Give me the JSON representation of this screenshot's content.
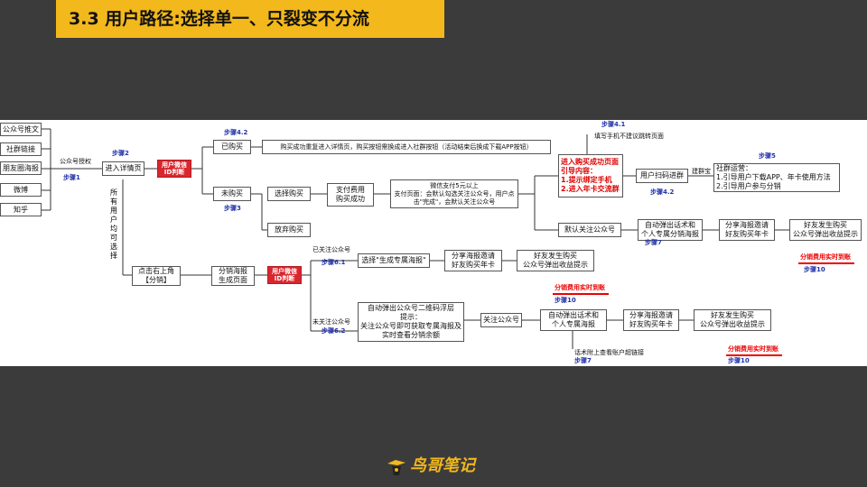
{
  "title": "3.3 用户路径:选择单一、只裂变不分流",
  "sources": [
    "公众号推文",
    "社群链接",
    "朋友圈海报",
    "微博",
    "知乎"
  ],
  "nodes": {
    "auth_label": "公众号授权",
    "step1": "步骤1",
    "step2": "步骤2",
    "enter_detail": "进入详情页",
    "uid_check_1": "用户微信\nID判断",
    "purchased": "已购买",
    "step42_top": "步骤4.2",
    "purchased_note": "购买成功重复进入详情页，购买按钮需换成进入社群按钮（活动结束后换成下载APP按钮）",
    "not_purchased": "未购买",
    "step3": "步骤3",
    "choose_buy": "选择购买",
    "pay": "支付费用\n购买成功",
    "pay_detail": "微信支付5元以上\n支付页面：会默认勾选关注公众号，用户点\n击\"完成\"，会默认关注公众号",
    "abandon": "放弃购买",
    "all_users_vertical": "所有用户均可选择",
    "success_page": "进入购买成功页面\n引导内容：\n1.提示绑定手机\n2.进入年卡交流群",
    "step41": "步骤4.1",
    "fill_phone": "填写手机不建议跳转页面",
    "scan_group": "用户扫码进群",
    "step42": "步骤4.2",
    "build_group": "建群宝",
    "community_ops": "社群运营：\n1.引导用户下载APP、年卡使用方法\n2.引导用户参与分销",
    "step5": "步骤5",
    "default_follow": "默认关注公众号",
    "auto_reply_1": "自动弹出话术和\n个人专属分销海报",
    "step7_top": "步骤7",
    "share_poster_1": "分享海报邀请\n好友购买年卡",
    "friend_buy_1": "好友发生购买\n公众号弹出收益提示",
    "commission_1": "分销费用实时到账",
    "step10_1": "步骤10",
    "top_right_menu": "点击右上角\n【分销】",
    "dist_poster": "分销海报\n生成页面",
    "uid_check_2": "用户微信\nID判断",
    "followed": "已关注公众号",
    "step61": "步骤6.1",
    "gen_poster": "选择\"生成专属海报\"",
    "share_poster_2": "分享海报邀请\n好友购买年卡",
    "friend_buy_2": "好友发生购买\n公众号弹出收益提示",
    "commission_2": "分销费用实时到账",
    "step10_2": "步骤10",
    "not_followed": "未关注公众号",
    "step62": "步骤6.2",
    "qr_popup": "自动弹出公众号二维码浮层\n提示：\n关注公众号即可获取专属海报及\n实时查看分销余额",
    "follow_oa": "关注公众号",
    "auto_reply_2": "自动弹出话术和\n个人专属海报",
    "share_poster_3": "分享海报邀请\n好友购买年卡",
    "friend_buy_3": "好友发生购买\n公众号弹出收益提示",
    "commission_3": "分销费用实时到账",
    "step10_3": "步骤10",
    "script_link": "话术附上查看账户超链接",
    "step7_bottom": "步骤7"
  },
  "logo_text": "鸟哥笔记",
  "colors": {
    "accent": "#f3b81b",
    "highlight": "#d9262e",
    "step": "#2233aa",
    "background": "#3b3b3b"
  }
}
